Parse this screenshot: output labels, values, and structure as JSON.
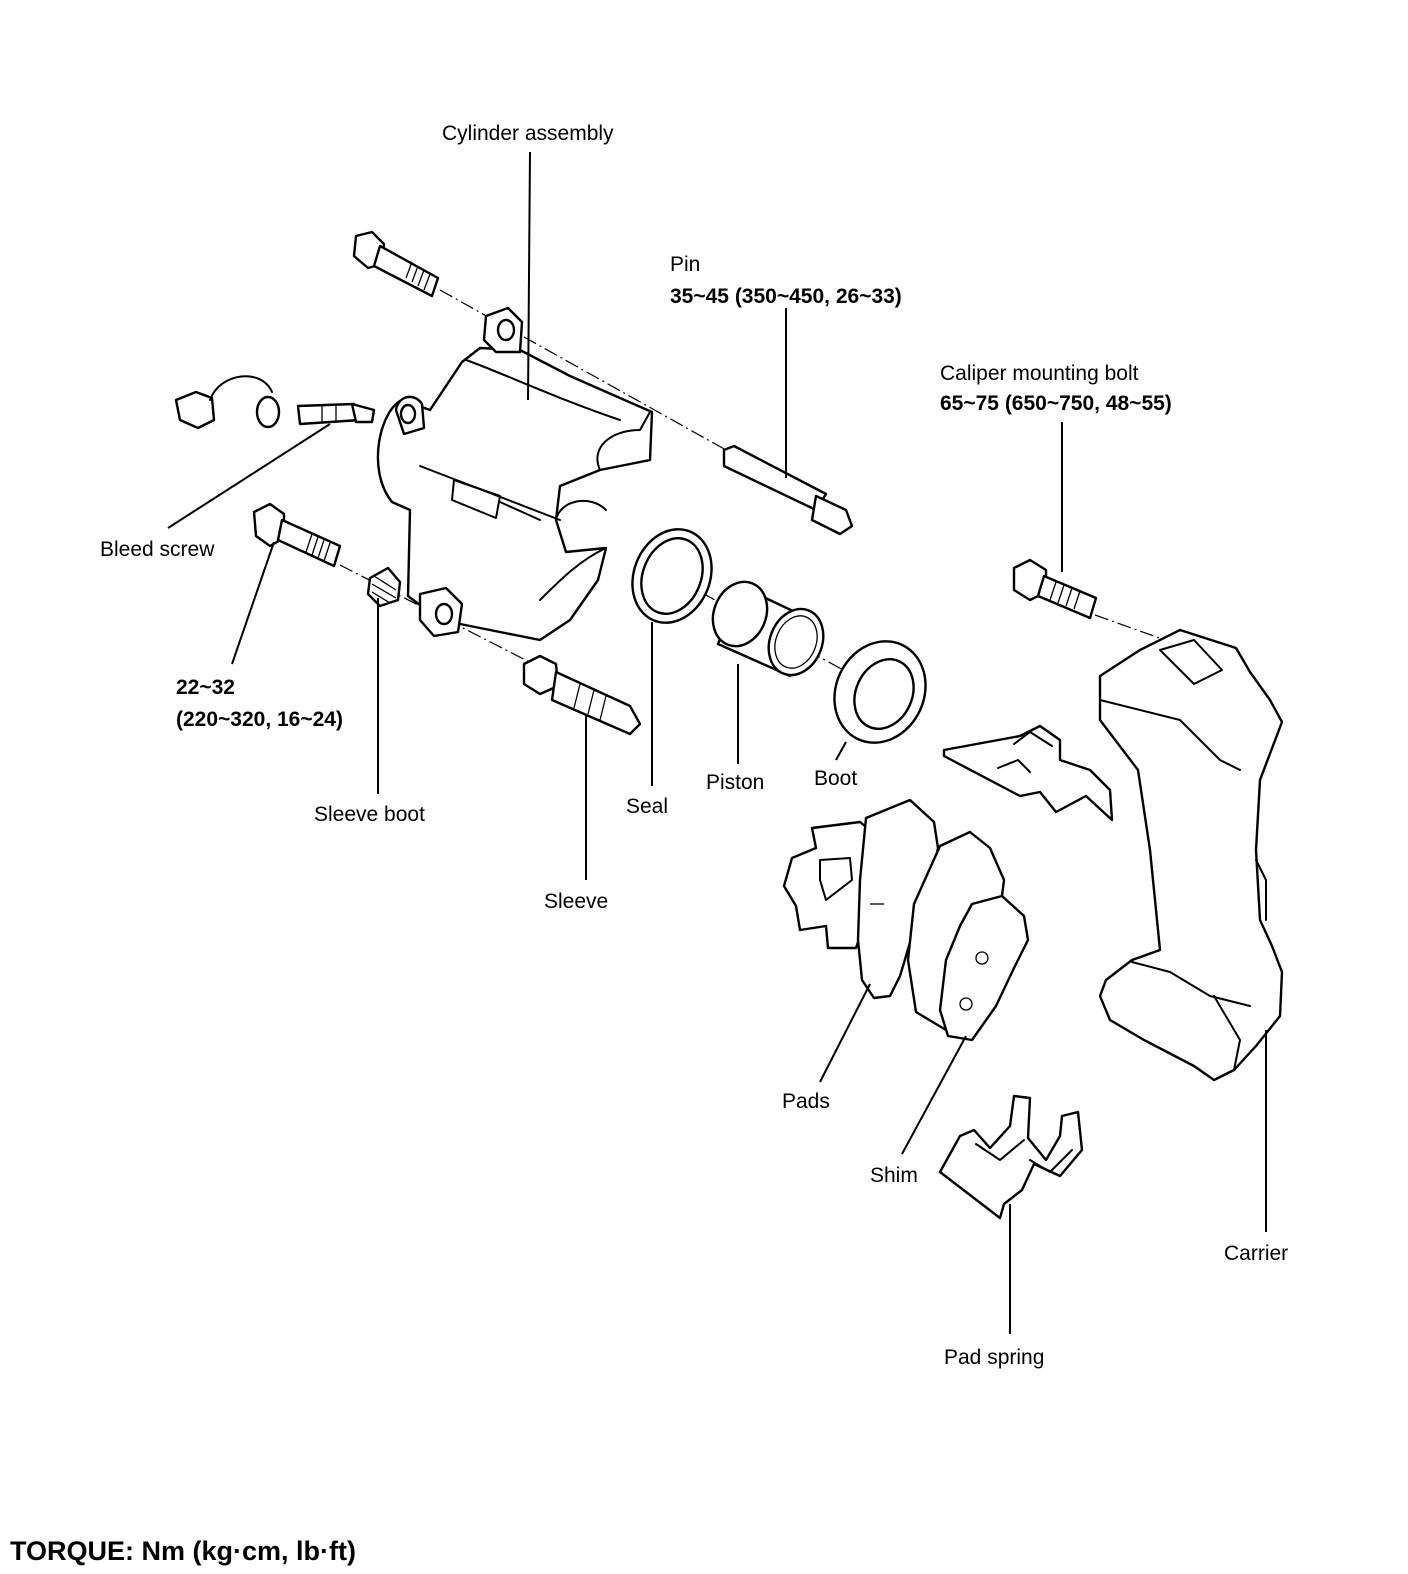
{
  "labels": {
    "cylinder_assembly": "Cylinder assembly",
    "pin": "Pin",
    "pin_torque": "35~45 (350~450, 26~33)",
    "caliper_mounting_bolt": "Caliper mounting bolt",
    "caliper_mounting_bolt_torque": "65~75 (650~750, 48~55)",
    "bleed_screw": "Bleed screw",
    "bolt_torque_line1": "22~32",
    "bolt_torque_line2": "(220~320, 16~24)",
    "sleeve_boot": "Sleeve boot",
    "sleeve": "Sleeve",
    "seal": "Seal",
    "piston": "Piston",
    "boot": "Boot",
    "pads": "Pads",
    "shim": "Shim",
    "carrier": "Carrier",
    "pad_spring": "Pad spring"
  },
  "footer": {
    "torque_units": "TORQUE: Nm (kg·cm, lb·ft)"
  }
}
